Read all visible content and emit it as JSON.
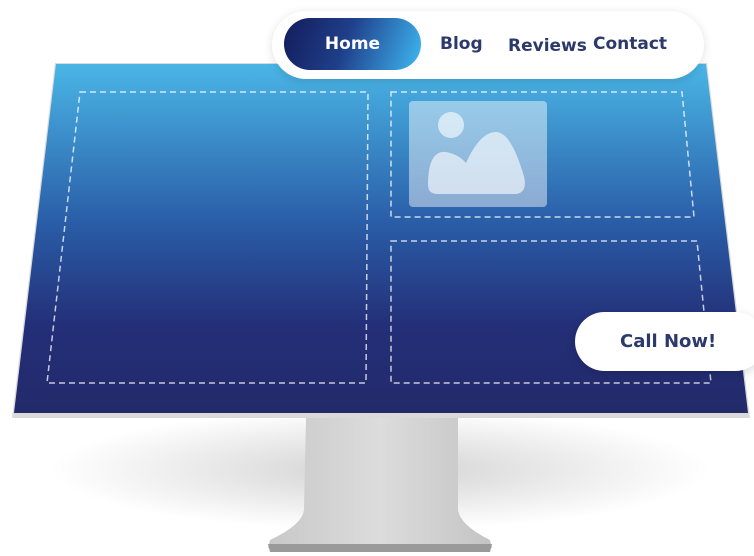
{
  "nav": {
    "items": [
      {
        "label": "Home",
        "active": true
      },
      {
        "label": "Blog"
      },
      {
        "label": "Reviews"
      },
      {
        "label": "Contact"
      }
    ]
  },
  "cta": {
    "label": "Call Now!"
  },
  "colors": {
    "screen_top": "#4ab6e6",
    "screen_bottom": "#232a6a",
    "text_dark": "#2c3a6b",
    "stand": "#d6d6d6"
  },
  "icons": {
    "placeholder": "image-placeholder-icon"
  }
}
